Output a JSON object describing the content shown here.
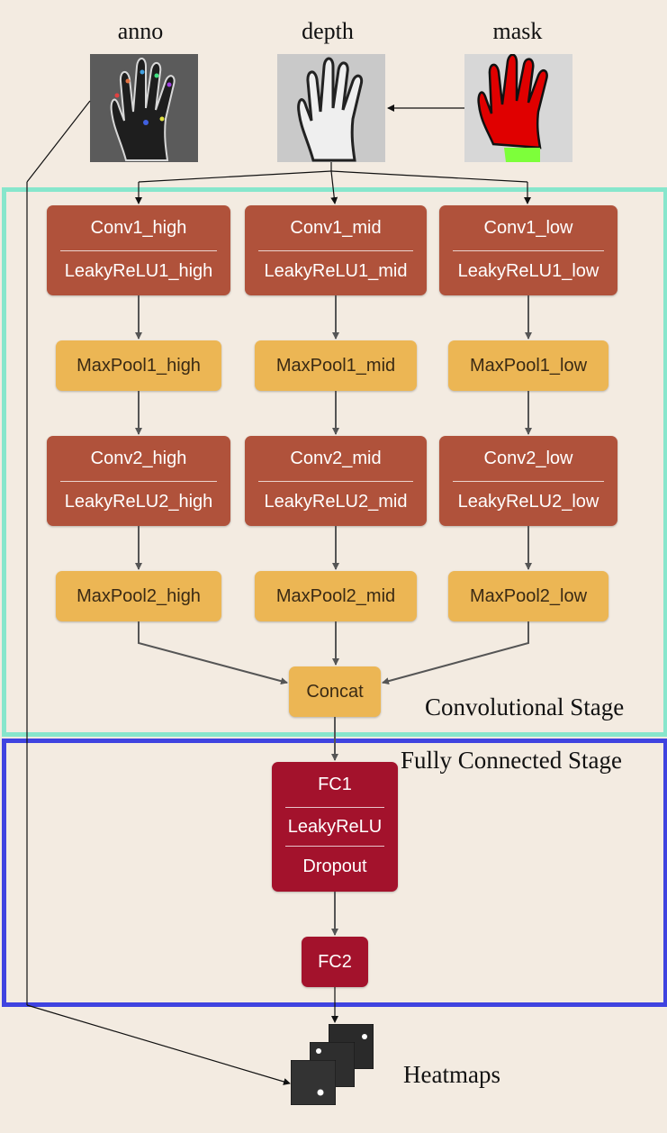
{
  "inputs": {
    "anno_label": "anno",
    "depth_label": "depth",
    "mask_label": "mask"
  },
  "branches": [
    {
      "conv1": "Conv1_high",
      "relu1": "LeakyReLU1_high",
      "pool1": "MaxPool1_high",
      "conv2": "Conv2_high",
      "relu2": "LeakyReLU2_high",
      "pool2": "MaxPool2_high"
    },
    {
      "conv1": "Conv1_mid",
      "relu1": "LeakyReLU1_mid",
      "pool1": "MaxPool1_mid",
      "conv2": "Conv2_mid",
      "relu2": "LeakyReLU2_mid",
      "pool2": "MaxPool2_mid"
    },
    {
      "conv1": "Conv1_low",
      "relu1": "LeakyReLU1_low",
      "pool1": "MaxPool1_low",
      "conv2": "Conv2_low",
      "relu2": "LeakyReLU2_low",
      "pool2": "MaxPool2_low"
    }
  ],
  "concat_label": "Concat",
  "conv_stage_label": "Convolutional Stage",
  "fc_stage_label": "Fully Connected Stage",
  "fc1": {
    "fc": "FC1",
    "relu": "LeakyReLU",
    "dropout": "Dropout"
  },
  "fc2_label": "FC2",
  "heatmaps_label": "Heatmaps",
  "colors": {
    "conv": "#b0523b",
    "pool": "#ecb654",
    "fc": "#a3122c",
    "conv_stage_border": "#87e6cc",
    "fc_stage_border": "#3f43e0"
  }
}
